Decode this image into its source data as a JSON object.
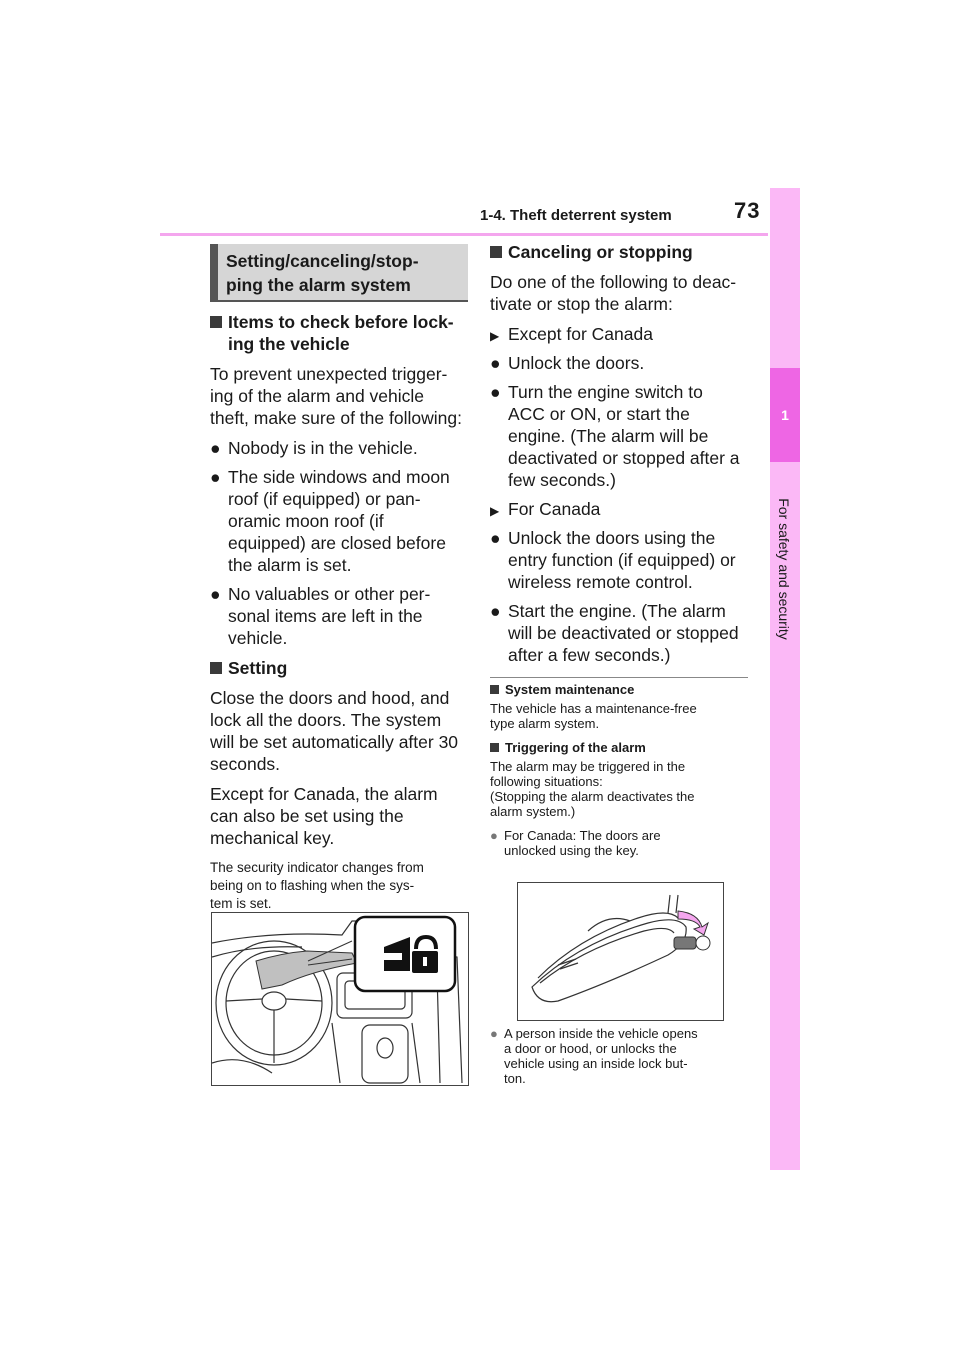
{
  "header": {
    "section_title": "1-4. Theft deterrent system",
    "page_number": "73"
  },
  "side_tab": {
    "chapter_number": "1",
    "chapter_title": "For safety and security",
    "tab_color": "#fbb8f6",
    "chapter_color": "#ee66e4"
  },
  "section_heading": {
    "line1": "Setting/canceling/stop-",
    "line2": "ping the alarm system"
  },
  "left": {
    "h1": {
      "line1": "Items to check before lock-",
      "line2": "ing the vehicle"
    },
    "p1": [
      "To prevent unexpected trigger-",
      "ing of the alarm and vehicle",
      "theft, make sure of the following:"
    ],
    "bullets": [
      [
        "Nobody is in the vehicle."
      ],
      [
        "The side windows and moon",
        "roof (if equipped) or pan-",
        "oramic moon roof (if",
        "equipped) are closed before",
        "the alarm is set."
      ],
      [
        "No valuables or other per-",
        "sonal items are left in the",
        "vehicle."
      ]
    ],
    "h2": "Setting",
    "p2": [
      "Close the doors and hood, and",
      "lock all the doors. The system",
      "will be set automatically after 30",
      "seconds."
    ],
    "p3": [
      "Except for Canada, the alarm",
      "can also be set using the",
      "mechanical key."
    ],
    "note": [
      "The security indicator changes from",
      "being on to flashing when the sys-",
      "tem is set."
    ]
  },
  "right": {
    "h1": "Canceling or stopping",
    "p1": [
      "Do one of the following to deac-",
      "tivate or stop the alarm:"
    ],
    "sub1": "Except for Canada",
    "sub1_bullets": [
      [
        "Unlock the doors."
      ],
      [
        "Turn the engine switch to",
        "ACC or ON, or start the",
        "engine. (The alarm will be",
        "deactivated or stopped after a",
        "few seconds.)"
      ]
    ],
    "sub2": "For Canada",
    "sub2_bullets": [
      [
        "Unlock the doors using the",
        "entry function (if equipped) or",
        "wireless remote control."
      ],
      [
        "Start the engine. (The alarm",
        "will be deactivated or stopped",
        "after a few seconds.)"
      ]
    ],
    "notes": {
      "n1_head": "System maintenance",
      "n1_text": [
        "The vehicle has a maintenance-free",
        "type alarm system."
      ],
      "n2_head": "Triggering of the alarm",
      "n2_text": [
        "The alarm may be triggered in the",
        "following situations:",
        "(Stopping the alarm deactivates the",
        "alarm system.)"
      ],
      "b1": [
        "For Canada: The doors are",
        "unlocked using the key."
      ],
      "b2": [
        "A person inside the vehicle opens",
        "a door or hood, or unlocks the",
        "vehicle using an inside lock but-",
        "ton."
      ]
    }
  },
  "icons": {
    "section_marker": "square-bullet-icon",
    "bullet": "disc-bullet-icon",
    "sub_marker": "triangle-arrow-icon",
    "note_bullet": "circle-bullet-icon",
    "indicator": "security-indicator-icon"
  }
}
